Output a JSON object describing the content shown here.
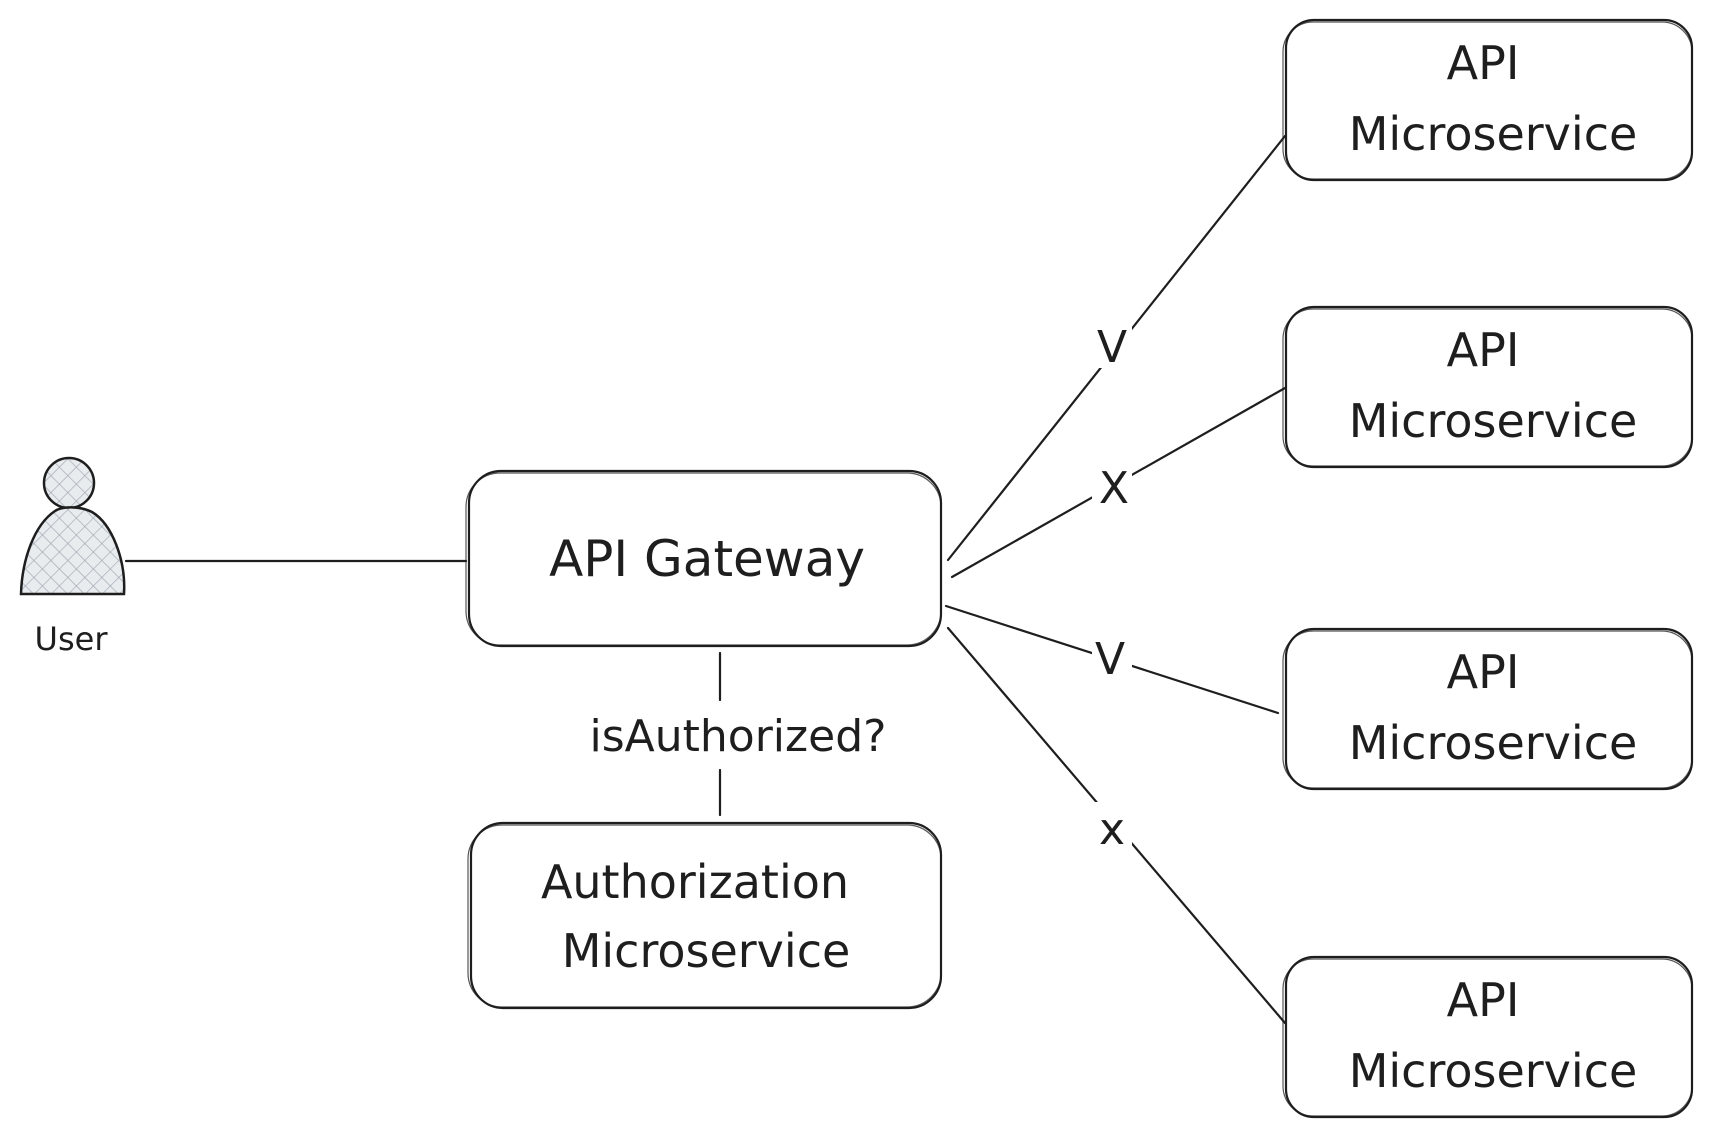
{
  "diagram": {
    "user": {
      "label": "User"
    },
    "gateway": {
      "label": "API Gateway"
    },
    "auth": {
      "line1": "Authorization",
      "line2": "Microservice"
    },
    "auth_edge_label": "isAuthorized?",
    "services": [
      {
        "line1": "API",
        "line2": "Microservice",
        "edge_label": "V"
      },
      {
        "line1": "API",
        "line2": "Microservice",
        "edge_label": "X"
      },
      {
        "line1": "API",
        "line2": "Microservice",
        "edge_label": "V"
      },
      {
        "line1": "API",
        "line2": "Microservice",
        "edge_label": "x"
      }
    ]
  },
  "colors": {
    "stroke": "#1e1e1e",
    "background": "#ffffff",
    "user_fill": "#e9ecef"
  }
}
